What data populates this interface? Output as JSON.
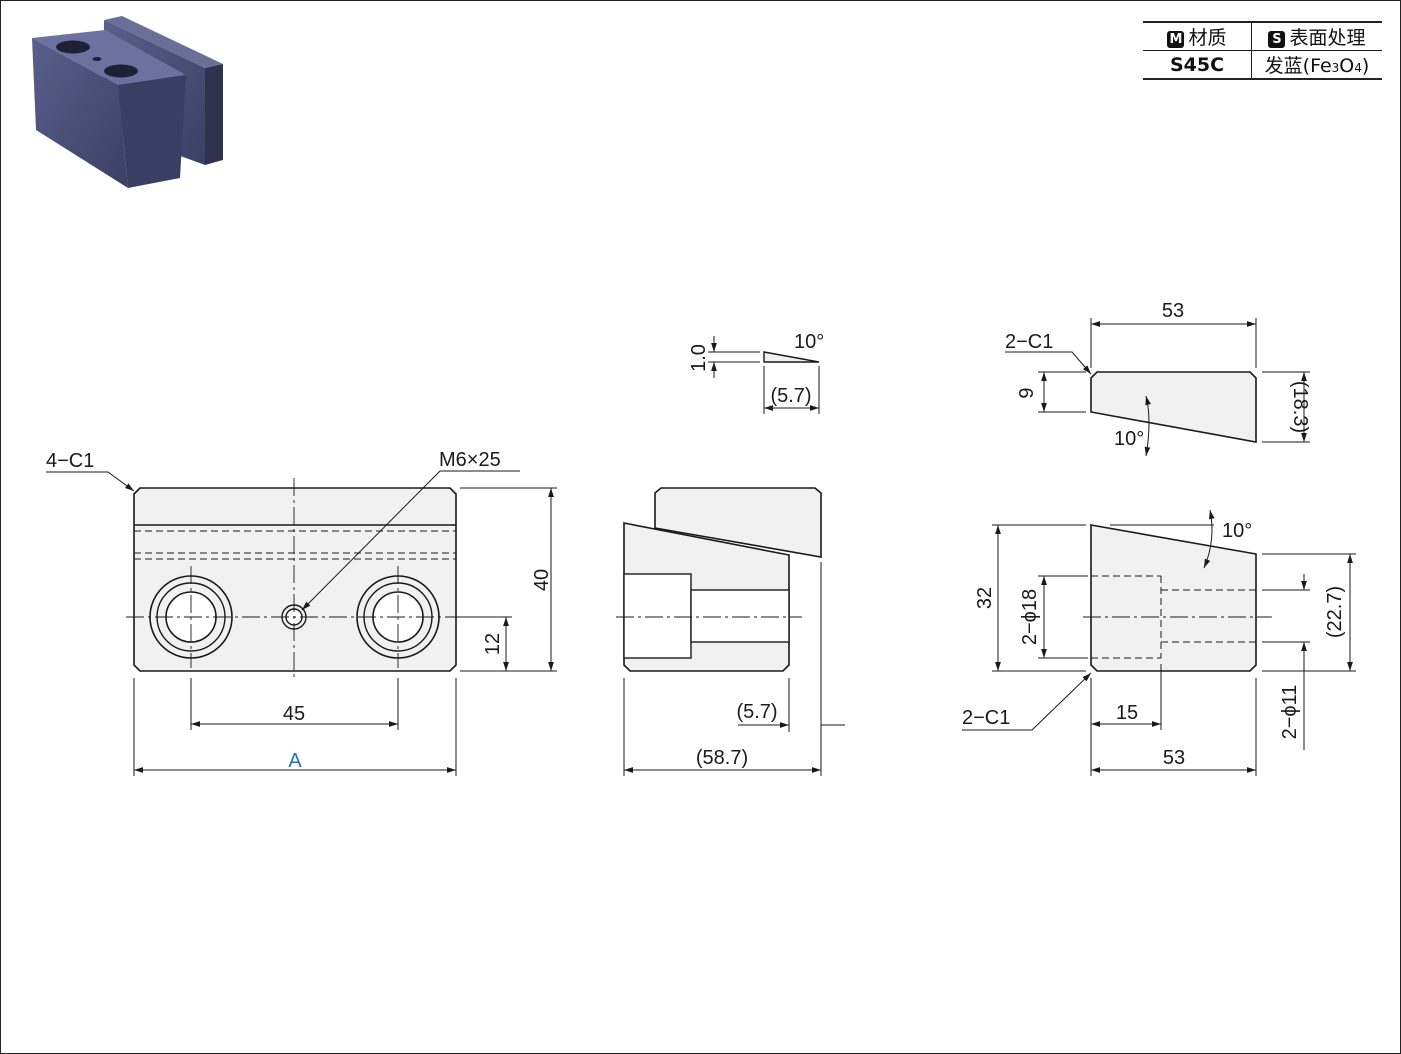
{
  "spec_table": {
    "material_badge": "M",
    "material_header": "材质",
    "surface_badge": "S",
    "surface_header": "表面处理",
    "material_value": "S45C",
    "surface_value_prefix": "发蓝(Fe",
    "surface_sub1": "3",
    "surface_mid": "O",
    "surface_sub2": "4",
    "surface_suffix": ")"
  },
  "colors": {
    "part_fill": "#f1f1f1",
    "line": "#1a1a1a",
    "dimension_A": "#1e6fc0",
    "photo_block": "#4a4e78"
  },
  "front_view": {
    "chamfer": "4−C1",
    "thread": "M6×25",
    "height": "40",
    "hole_height": "12",
    "hole_pitch": "45",
    "length": "A"
  },
  "side_view": {
    "depth_ref": "(58.7)",
    "offset_ref": "(5.7)"
  },
  "wedge_detail": {
    "thickness": "1.0",
    "angle": "10°",
    "length_ref": "(5.7)"
  },
  "top_right_view": {
    "width": "53",
    "chamfer": "2−C1",
    "height": "9",
    "height_ref": "(18.3)",
    "angle": "10°"
  },
  "bottom_right_view": {
    "angle": "10°",
    "height": "32",
    "counterbore": "2−ϕ18",
    "height_ref": "(22.7)",
    "chamfer": "2−C1",
    "counterbore_depth": "15",
    "hole": "2−ϕ11",
    "width": "53"
  }
}
